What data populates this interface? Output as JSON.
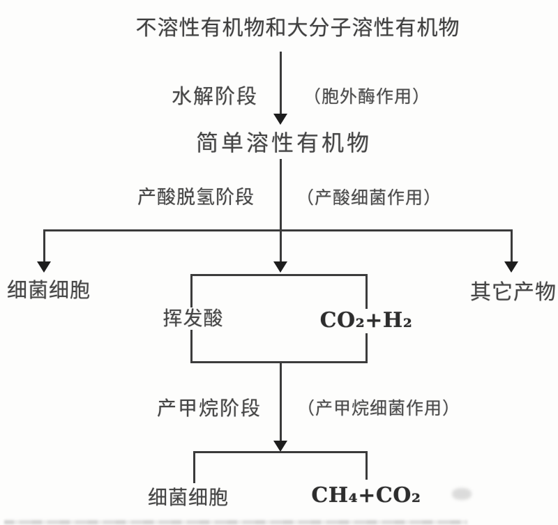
{
  "diagram": {
    "title": "不溶性有机物和大分子溶性有机物",
    "hydrolysis": {
      "stage": "水解阶段",
      "agent": "（胞外酶作用）"
    },
    "simple_organics": "简单溶性有机物",
    "acidogenesis": {
      "stage": "产酸脱氢阶段",
      "agent": "（产酸细菌作用）"
    },
    "branches": {
      "left": "细菌细胞",
      "right": "其它产物",
      "box": {
        "left": "挥发酸",
        "right": "CO₂+H₂"
      }
    },
    "methanogenesis": {
      "stage": "产甲烷阶段",
      "agent": "（产甲烷细菌作用）"
    },
    "products": {
      "left": "细菌细胞",
      "right": "CH₄+CO₂"
    }
  },
  "colors": {
    "background": "#fdfdfc",
    "line": "#3a3a3a",
    "arrowhead": "#1d1d1d",
    "text": "#454545",
    "formula_text": "#2d2d2d"
  }
}
